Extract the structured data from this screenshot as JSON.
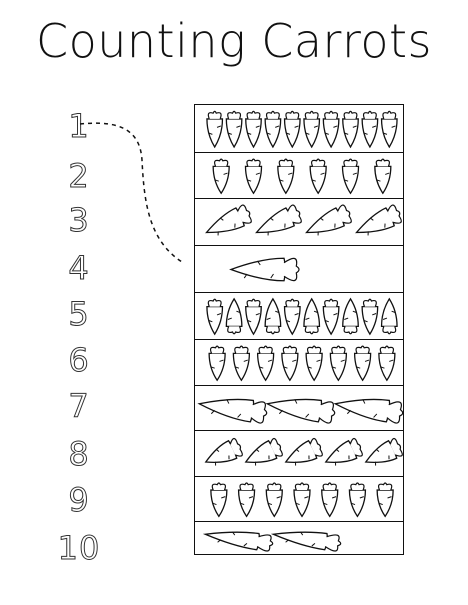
{
  "worksheet": {
    "title": "Counting Carrots",
    "numbers": [
      "1",
      "2",
      "3",
      "4",
      "5",
      "6",
      "7",
      "8",
      "9",
      "10"
    ]
  },
  "carrot_rows": [
    {
      "count": 10,
      "style": "small-vertical"
    },
    {
      "count": 6,
      "style": "small-vertical"
    },
    {
      "count": 4,
      "style": "medium-horizontal"
    },
    {
      "count": 1,
      "style": "large-horizontal"
    },
    {
      "count": 10,
      "style": "small-vertical-alternating"
    },
    {
      "count": 8,
      "style": "small-vertical"
    },
    {
      "count": 3,
      "style": "large-horizontal"
    },
    {
      "count": 5,
      "style": "medium-diagonal"
    },
    {
      "count": 7,
      "style": "small-vertical"
    },
    {
      "count": 2,
      "style": "large-horizontal"
    }
  ],
  "example_match": {
    "number": "1",
    "row": 4
  },
  "colors": {
    "ink": "#111111",
    "paper": "#ffffff"
  }
}
